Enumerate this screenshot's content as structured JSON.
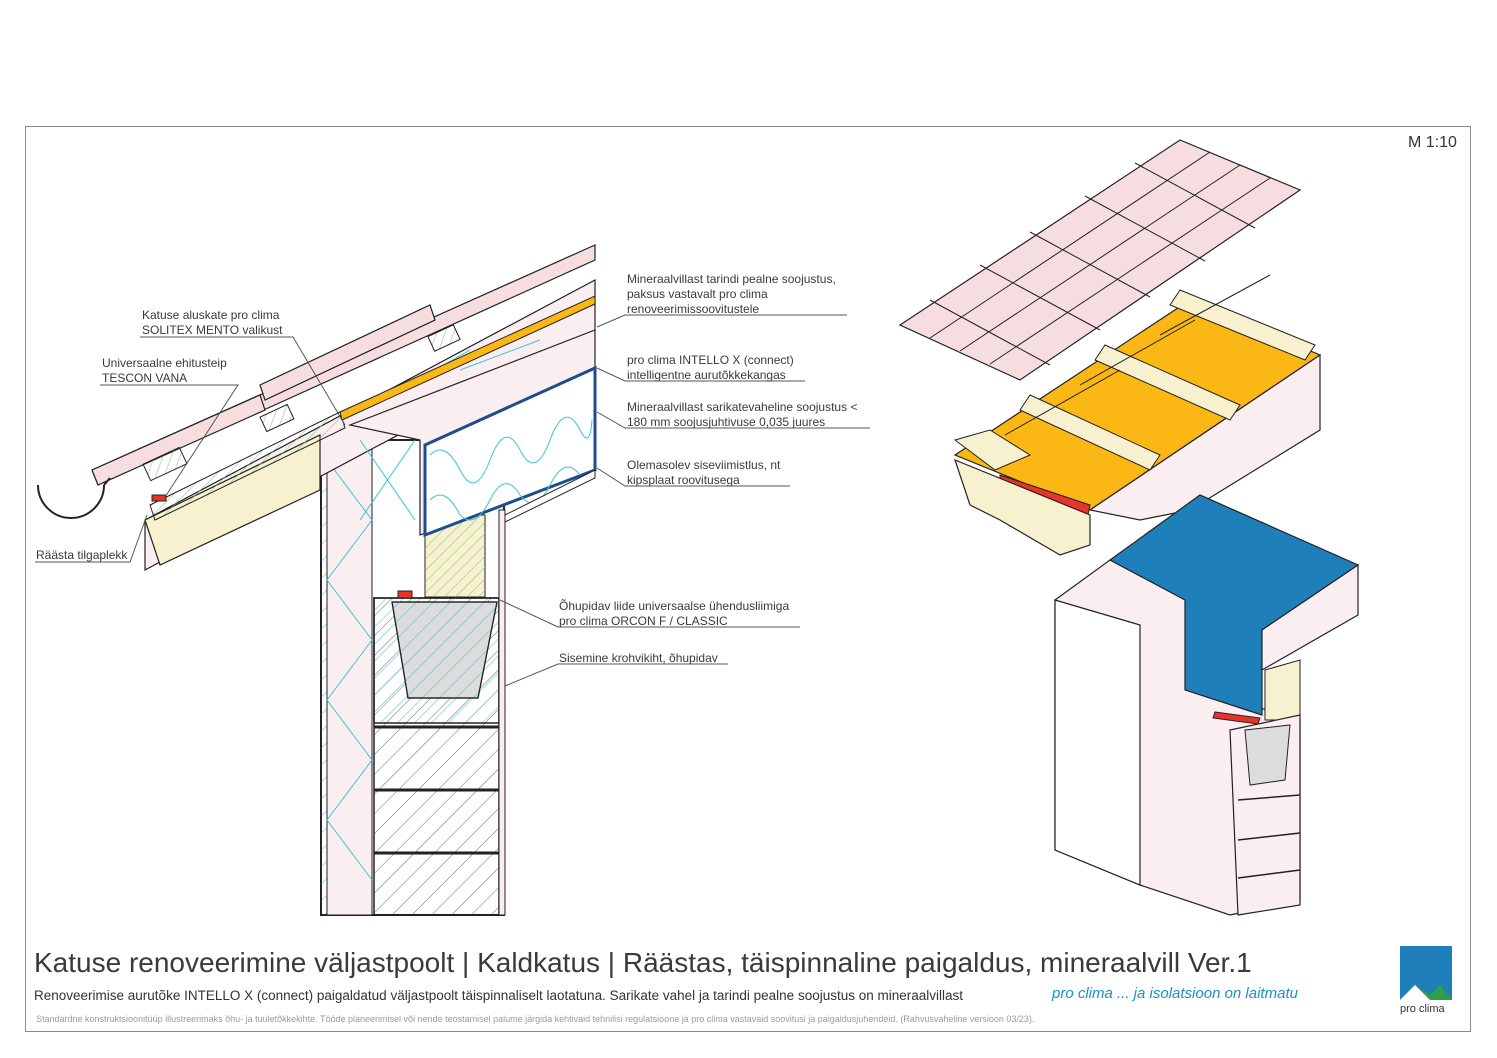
{
  "scale": "M 1:10",
  "labels": {
    "underlay": [
      "Katuse aluskate pro clima",
      "SOLITEX MENTO valikust"
    ],
    "tape": [
      "Universaalne ehitusteip",
      "TESCON VANA"
    ],
    "eaves_flashing": [
      "Räästa tilgaplekk"
    ],
    "above_insulation": [
      "Mineraalvillast tarindi pealne soojustus,",
      "paksus vastavalt pro clima",
      "renoveerimissoovitustele"
    ],
    "membrane": [
      "pro clima INTELLO X (connect)",
      "intelligentne aurutõkkekangas"
    ],
    "between_insulation": [
      "Mineraalvillast sarikatevaheline soojustus <",
      "180 mm soojusjuhtivuse 0,035 juures"
    ],
    "interior_finish": [
      "Olemasolev siseviimistlus, nt",
      "kipsplaat roovitusega"
    ],
    "airtight_joint": [
      "Õhupidav liide universaalse ühendusliimiga",
      "pro clima ORCON F / CLASSIC"
    ],
    "plaster": [
      "Sisemine krohvikiht, õhupidav"
    ]
  },
  "title": "Katuse renoveerimine väljastpoolt | Kaldkatus | Räästas,  täispinnaline paigaldus, mineraalvill Ver.1",
  "subtitle": "Renoveerimise aurutõke INTELLO X (connect) paigaldatud väljastpoolt täispinnaliselt laotatuna. Sarikate vahel ja tarindi pealne soojustus on mineraalvillast",
  "note": "Standardne konstruktsioonitüüp illustreerimaks õhu- ja tuuletõkkekihte. Tööde planeerimisel või nende teostamisel palume järgida kehtivaid tehnilisi regulatsioone ja pro clima vastavaid soovitusi ja paigaldusjuhendeid.  (Rahvusvaheline versioon 03/23).",
  "slogan": "pro clima ... ja isolatsioon on laitmatu",
  "logo_text": "pro clima",
  "colors": {
    "tile": "#f6dde0",
    "timber": "#f7f1cf",
    "insulation_yellow": "#fbb814",
    "membrane_blue": "#1e7fba",
    "tape_red": "#e8322a",
    "hatch_cyan": "#3cc4cf",
    "hatch_green": "#7cc27a",
    "wall_pink": "#fbeef0",
    "frame": "#8a8a8a"
  },
  "icons": [
    "pro-clima-logo-icon"
  ]
}
